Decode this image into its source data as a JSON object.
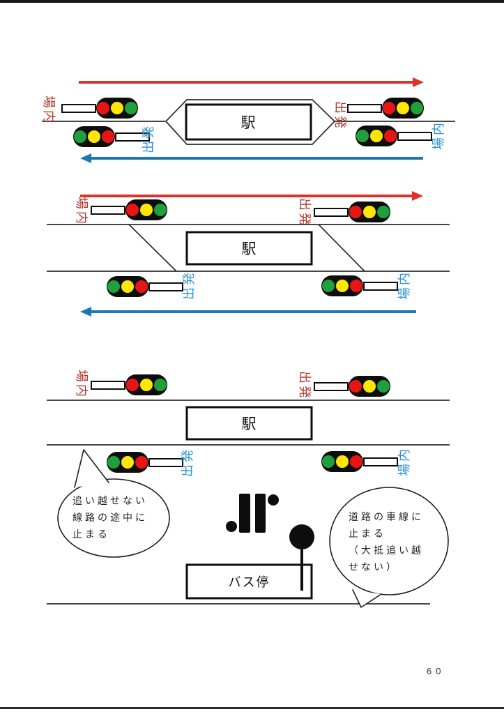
{
  "page": {
    "number": "60"
  },
  "labels": {
    "station": "駅",
    "bus_stop": "バス停",
    "home_signal": "場内",
    "departure_signal": "出発"
  },
  "colors": {
    "label_red": "#b5372e",
    "label_blue": "#2e96d6",
    "arrow_red": "#df322b",
    "arrow_blue": "#1b76b4",
    "signal_red": "#e81515",
    "signal_yellow": "#ffe606",
    "signal_green": "#1fa03c",
    "line_black": "#2b2b2b"
  },
  "bubbles": {
    "left": {
      "lines": [
        "追い越せない",
        "線路の途中に",
        "止まる"
      ]
    },
    "right": {
      "lines": [
        "道路の車線に",
        "止まる",
        "（大抵追い越",
        "せない）"
      ]
    }
  }
}
